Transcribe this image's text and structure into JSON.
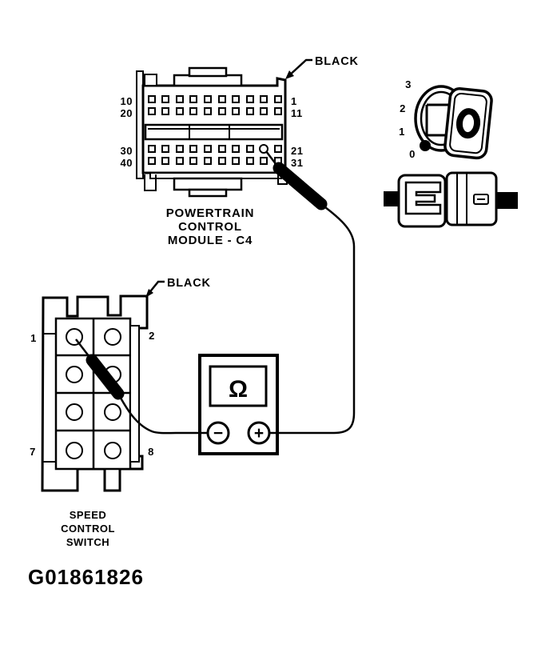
{
  "figure": {
    "code": "G01861826"
  },
  "pcm_connector": {
    "name_lines": [
      "POWERTRAIN",
      "CONTROL",
      "MODULE - C4"
    ],
    "color_label": "BLACK",
    "left_pin_labels": [
      "10",
      "20",
      "30",
      "40"
    ],
    "right_pin_labels": [
      "1",
      "11",
      "21",
      "31"
    ]
  },
  "speed_control_switch": {
    "name_lines": [
      "SPEED",
      "CONTROL",
      "SWITCH"
    ],
    "color_label": "BLACK",
    "pin_labels": [
      "1",
      "2",
      "7",
      "8"
    ]
  },
  "ohmmeter": {
    "display_symbol": "Ω",
    "negative_terminal": "−",
    "positive_terminal": "+"
  },
  "ignition_switch": {
    "positions": [
      "3",
      "2",
      "1",
      "0"
    ]
  },
  "colors": {
    "ink": "#000000",
    "paper": "#ffffff"
  }
}
